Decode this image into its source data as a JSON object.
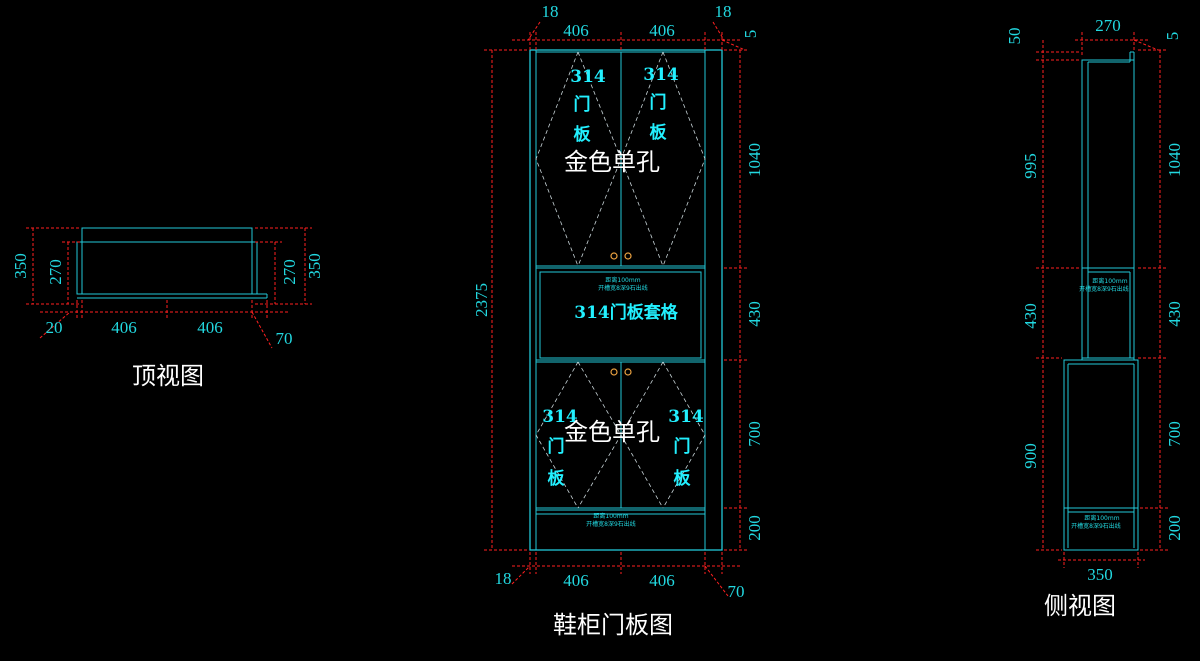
{
  "views": {
    "top": {
      "title": "顶视图",
      "dims": {
        "depth_outer": "350",
        "depth_inner": "270",
        "depth_outer_right": "350",
        "depth_inner_right": "270",
        "left_offset": "20",
        "width_left": "406",
        "width_right": "406",
        "right_offset": "70"
      }
    },
    "front": {
      "title": "鞋柜门板图",
      "dims": {
        "top_side_left": "18",
        "top_door_left": "406",
        "top_door_right": "406",
        "top_side_right": "18",
        "top_corner": "5",
        "overall_height": "2375",
        "upper_height": "1040",
        "middle_height": "430",
        "lower_height": "700",
        "base_height": "200",
        "bottom_side_left": "18",
        "bottom_door_left": "406",
        "bottom_door_right": "406",
        "bottom_right": "70"
      },
      "upper_door_left": [
        "314",
        "门",
        "板"
      ],
      "upper_door_right": [
        "314",
        "门",
        "板"
      ],
      "upper_hardware": "金色单孔",
      "middle_note_line1": "距离100mm",
      "middle_note_line2": "开槽宽8深9石出线",
      "middle_label": "314门板套格",
      "lower_door_left": [
        "314",
        "门",
        "板"
      ],
      "lower_door_right": [
        "314",
        "门",
        "板"
      ],
      "lower_hardware": "金色单孔",
      "base_note_line1": "距离100mm",
      "base_note_line2": "开槽宽8深9石出线"
    },
    "side": {
      "title": "侧视图",
      "dims": {
        "top_left": "50",
        "top_width": "270",
        "top_right": "5",
        "upper_left": "995",
        "upper_right": "1040",
        "middle_left": "430",
        "middle_right": "430",
        "lower_left": "900",
        "lower_right": "700",
        "base_right": "200",
        "bottom_width": "350"
      },
      "middle_note_line1": "距离100mm",
      "middle_note_line2": "开槽宽8深9石出线",
      "base_note_line1": "距离100mm",
      "base_note_line2": "开槽宽8深9石出线"
    }
  },
  "colors": {
    "background": "#000000",
    "outline": "#22c8d8",
    "dimension": "#ff2020",
    "text": "#22d8e0",
    "title": "#ffffff",
    "handle": "#e8a040"
  }
}
